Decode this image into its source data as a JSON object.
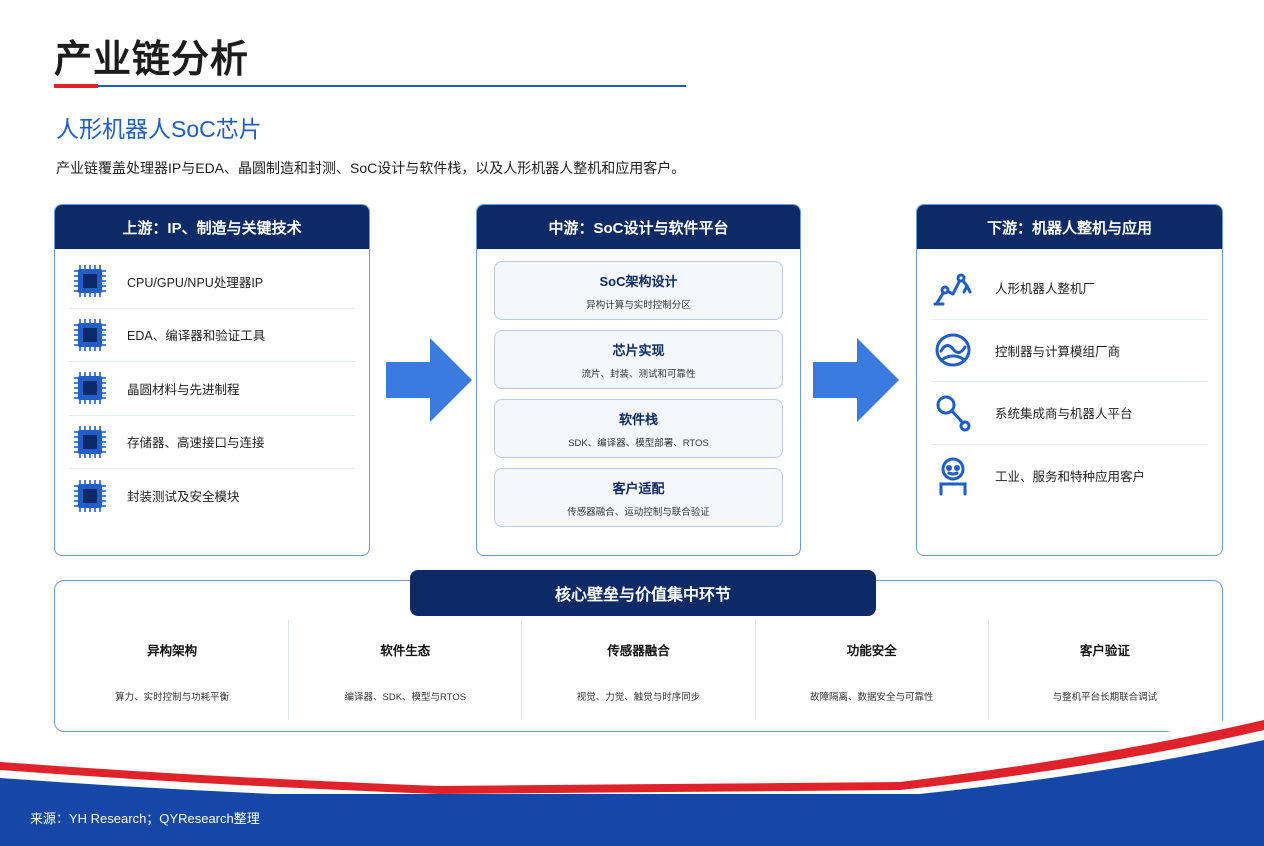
{
  "title": "产业链分析",
  "subtitle": "人形机器人SoC芯片",
  "description": "产业链覆盖处理器IP与EDA、晶圆制造和封测、SoC设计与软件栈，以及人形机器人整机和应用客户。",
  "upstream": {
    "header": "上游：IP、制造与关键技术",
    "items": [
      {
        "label": "CPU/GPU/NPU处理器IP",
        "icon": "chip-icon"
      },
      {
        "label": "EDA、编译器和验证工具",
        "icon": "chip-icon"
      },
      {
        "label": "晶圆材料与先进制程",
        "icon": "chip-icon"
      },
      {
        "label": "存储器、高速接口与连接",
        "icon": "chip-icon"
      },
      {
        "label": "封装测试及安全模块",
        "icon": "chip-icon"
      }
    ]
  },
  "midstream": {
    "header": "中游：SoC设计与软件平台",
    "cards": [
      {
        "title": "SoC架构设计",
        "sub": "异构计算与实时控制分区"
      },
      {
        "title": "芯片实现",
        "sub": "流片、封装、测试和可靠性"
      },
      {
        "title": "软件栈",
        "sub": "SDK、编译器、模型部署、RTOS"
      },
      {
        "title": "客户适配",
        "sub": "传感器融合、运动控制与联合验证"
      }
    ]
  },
  "downstream": {
    "header": "下游：机器人整机与应用",
    "items": [
      {
        "label": "人形机器人整机厂",
        "icon": "robot-arm-icon"
      },
      {
        "label": "控制器与计算模组厂商",
        "icon": "controller-icon"
      },
      {
        "label": "系统集成商与机器人平台",
        "icon": "integrator-icon"
      },
      {
        "label": "工业、服务和特种应用客户",
        "icon": "customer-icon"
      }
    ]
  },
  "core": {
    "header": "核心壁垒与价值集中环节",
    "items": [
      {
        "title": "异构架构",
        "sub": "算力、实时控制与功耗平衡"
      },
      {
        "title": "软件生态",
        "sub": "编译器、SDK、模型与RTOS"
      },
      {
        "title": "传感器融合",
        "sub": "视觉、力觉、触觉与时序同步"
      },
      {
        "title": "功能安全",
        "sub": "故障隔离、数据安全与可靠性"
      },
      {
        "title": "客户验证",
        "sub": "与整机平台长期联合调试"
      }
    ]
  },
  "source": "来源：YH Research；QYResearch整理",
  "colors": {
    "navy": "#0b2a66",
    "blue": "#1f5ec8",
    "arrow": "#3b7be0",
    "red": "#e0222a",
    "border": "#6e9be6"
  }
}
